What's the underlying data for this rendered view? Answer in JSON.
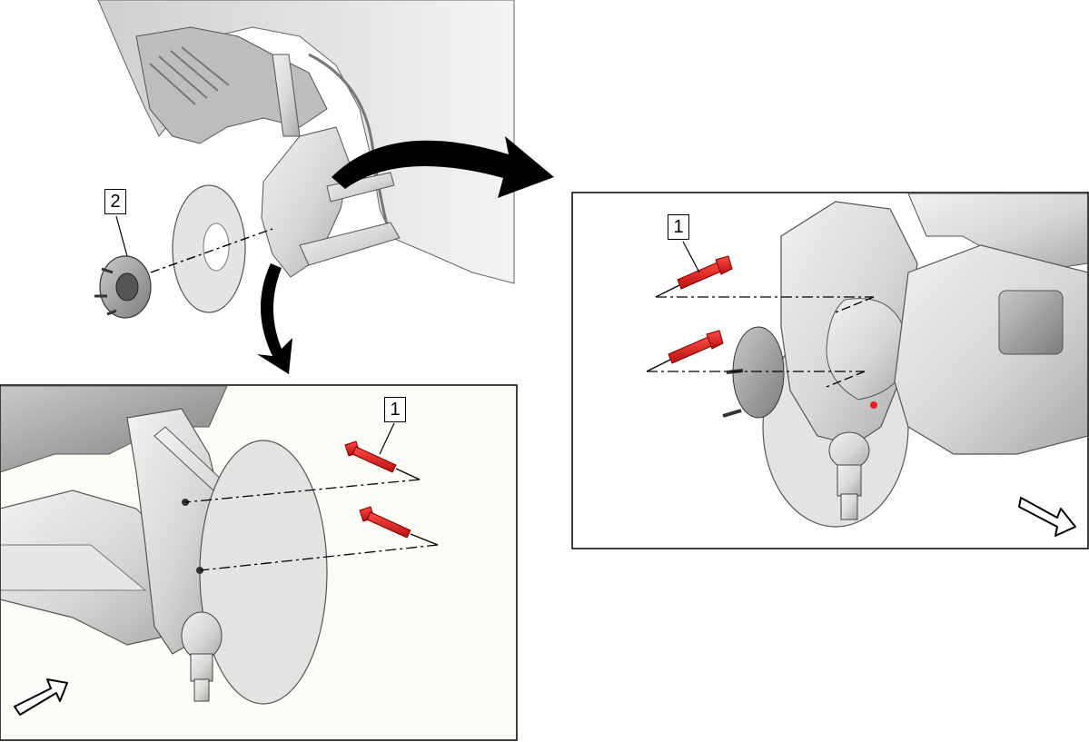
{
  "callouts": {
    "hub": "2",
    "bolt_bottom": "1",
    "bolt_right": "1"
  },
  "colors": {
    "bolt_red": "#e0201f",
    "part_gray": "#d9d9d9",
    "inset_bg": "#fdfdf8",
    "outline": "#000000"
  },
  "icons": [
    "curved-arrow-icon",
    "direction-arrow-icon"
  ]
}
